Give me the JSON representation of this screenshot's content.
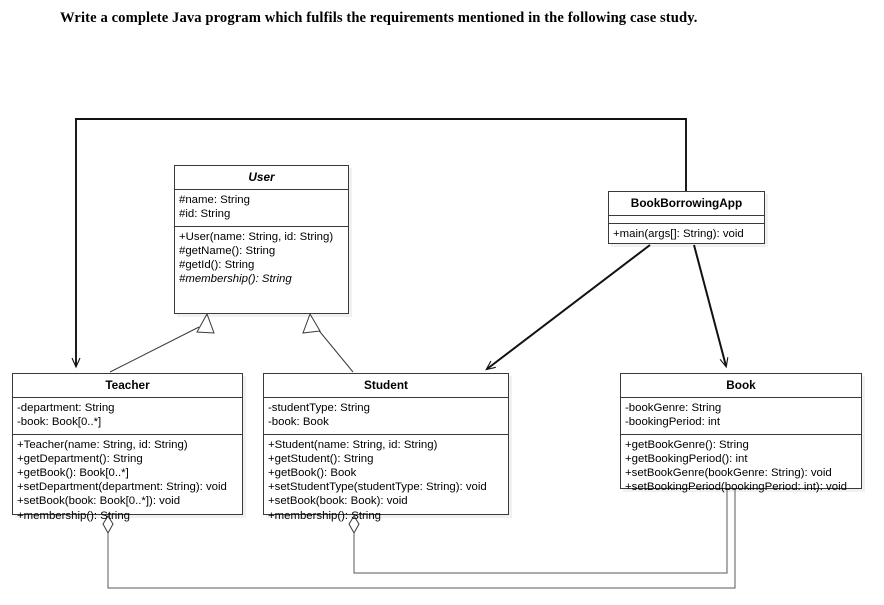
{
  "heading": {
    "text": "Write a complete Java program which fulfils the requirements mentioned in the following case study."
  },
  "diagram": {
    "type": "uml-class-diagram",
    "classes": [
      {
        "id": "user",
        "name": "User",
        "abstract": true,
        "attributes": [
          "#name: String",
          "#id: String"
        ],
        "operations": [
          {
            "text": "+User(name: String, id: String)",
            "abstract": false
          },
          {
            "text": "#getName(): String",
            "abstract": false
          },
          {
            "text": "#getId(): String",
            "abstract": false
          },
          {
            "text": "#membership(): String",
            "abstract": true
          }
        ]
      },
      {
        "id": "app",
        "name": "BookBorrowingApp",
        "abstract": false,
        "attributes": [],
        "operations": [
          {
            "text": "+main(args[]: String): void",
            "abstract": false
          }
        ]
      },
      {
        "id": "teacher",
        "name": "Teacher",
        "abstract": false,
        "attributes": [
          "-department: String",
          "-book: Book[0..*]"
        ],
        "operations": [
          {
            "text": "+Teacher(name: String, id: String)",
            "abstract": false
          },
          {
            "text": "+getDepartment(): String",
            "abstract": false
          },
          {
            "text": "+getBook(): Book[0..*]",
            "abstract": false
          },
          {
            "text": "+setDepartment(department: String): void",
            "abstract": false
          },
          {
            "text": "+setBook(book: Book[0..*]): void",
            "abstract": false
          },
          {
            "text": "+membership(): String",
            "abstract": false
          }
        ]
      },
      {
        "id": "student",
        "name": "Student",
        "abstract": false,
        "attributes": [
          "-studentType: String",
          "-book: Book"
        ],
        "operations": [
          {
            "text": "+Student(name: String, id: String)",
            "abstract": false
          },
          {
            "text": "+getStudent(): String",
            "abstract": false
          },
          {
            "text": "+getBook(): Book",
            "abstract": false
          },
          {
            "text": "+setStudentType(studentType: String): void",
            "abstract": false
          },
          {
            "text": "+setBook(book: Book): void",
            "abstract": false
          },
          {
            "text": "+membership(): String",
            "abstract": false
          }
        ]
      },
      {
        "id": "book",
        "name": "Book",
        "abstract": false,
        "attributes": [
          "-bookGenre: String",
          "-bookingPeriod: int"
        ],
        "operations": [
          {
            "text": "+getBookGenre(): String",
            "abstract": false
          },
          {
            "text": "+getBookingPeriod(): int",
            "abstract": false
          },
          {
            "text": "+setBookGenre(bookGenre: String): void",
            "abstract": false
          },
          {
            "text": "+setBookingPeriod(bookingPeriod: int): void",
            "abstract": false
          }
        ]
      }
    ],
    "relationships": [
      {
        "id": "teacher-extends-user",
        "kind": "generalization",
        "from": "Teacher",
        "to": "User",
        "arrow": "hollow-triangle"
      },
      {
        "id": "student-extends-user",
        "kind": "generalization",
        "from": "Student",
        "to": "User",
        "arrow": "hollow-triangle"
      },
      {
        "id": "app-uses-teacher",
        "kind": "dependency",
        "from": "BookBorrowingApp",
        "to": "Teacher",
        "arrow": "open-arrow"
      },
      {
        "id": "app-uses-student",
        "kind": "dependency",
        "from": "BookBorrowingApp",
        "to": "Student",
        "arrow": "open-arrow"
      },
      {
        "id": "app-uses-book",
        "kind": "dependency",
        "from": "BookBorrowingApp",
        "to": "Book",
        "arrow": "open-arrow"
      },
      {
        "id": "teacher-aggregates-book",
        "kind": "aggregation",
        "from": "Teacher",
        "to": "Book",
        "arrow": "hollow-diamond"
      },
      {
        "id": "student-aggregates-book",
        "kind": "aggregation",
        "from": "Student",
        "to": "Book",
        "arrow": "hollow-diamond"
      }
    ]
  },
  "colors": {
    "line": "#3a3a3a",
    "thick_line": "#111111",
    "box_fill": "#ffffff",
    "text": "#000000"
  }
}
